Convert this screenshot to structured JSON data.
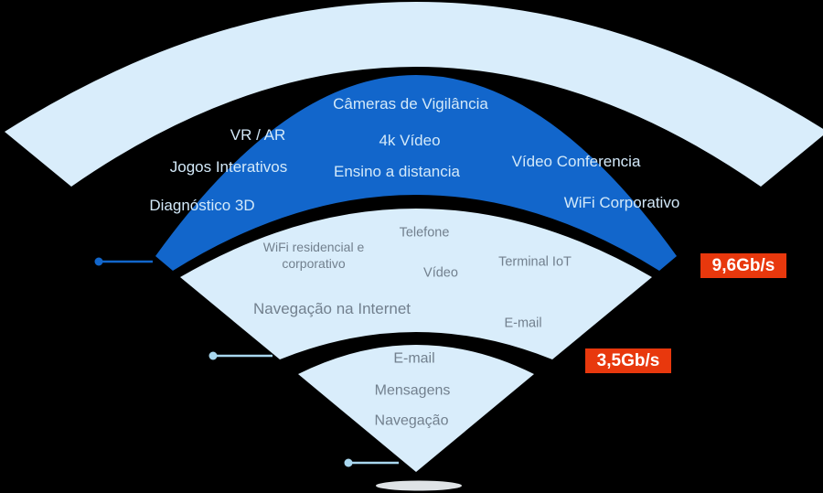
{
  "colors": {
    "background": "#000000",
    "band_light": "#d9edfb",
    "band_dark": "#1266cb",
    "text_on_dark": "#d3e9f9",
    "text_on_light": "#72808e",
    "badge_background": "#e8380d",
    "badge_text": "#ffffff",
    "marker_dark": "#1266cb",
    "marker_light": "#a9d7ef",
    "shadow": "#dfe3e6"
  },
  "bands": {
    "wifi6": {
      "speed_badge": "9,6Gb/s",
      "items": {
        "cameras": "Câmeras de Vigilância",
        "vr_ar": "VR / AR",
        "video_4k": "4k Vídeo",
        "jogos": "Jogos Interativos",
        "ensino": "Ensino a distancia",
        "video_conferencia": "Vídeo Conferencia",
        "diagnostico": "Diagnóstico 3D",
        "wifi_corporativo": "WiFi Corporativo"
      }
    },
    "wifi5": {
      "speed_badge": "3,5Gb/s",
      "items": {
        "telefone": "Telefone",
        "wifi_residencial": "WiFi residencial e corporativo",
        "video": "Vídeo",
        "terminal_iot": "Terminal IoT",
        "navegacao_internet": "Navegação na Internet",
        "email": "E-mail"
      }
    },
    "wifi4": {
      "items": {
        "email": "E-mail",
        "mensagens": "Mensagens",
        "navegacao": "Navegação"
      }
    }
  }
}
